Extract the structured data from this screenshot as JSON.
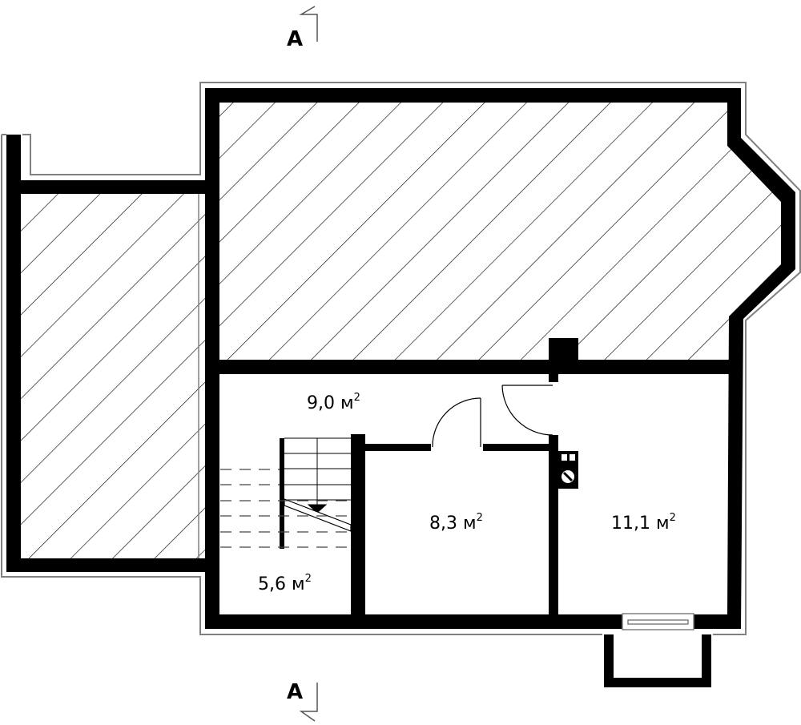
{
  "section_marks": {
    "top": "A",
    "bottom": "A"
  },
  "rooms": [
    {
      "area": "9,0",
      "unit": "м",
      "exp": "2"
    },
    {
      "area": "8,3",
      "unit": "м",
      "exp": "2"
    },
    {
      "area": "11,1",
      "unit": "м",
      "exp": "2"
    },
    {
      "area": "5,6",
      "unit": "м",
      "exp": "2"
    }
  ],
  "colors": {
    "wall": "#000000",
    "outline": "#808080",
    "hatch": "#000000"
  }
}
